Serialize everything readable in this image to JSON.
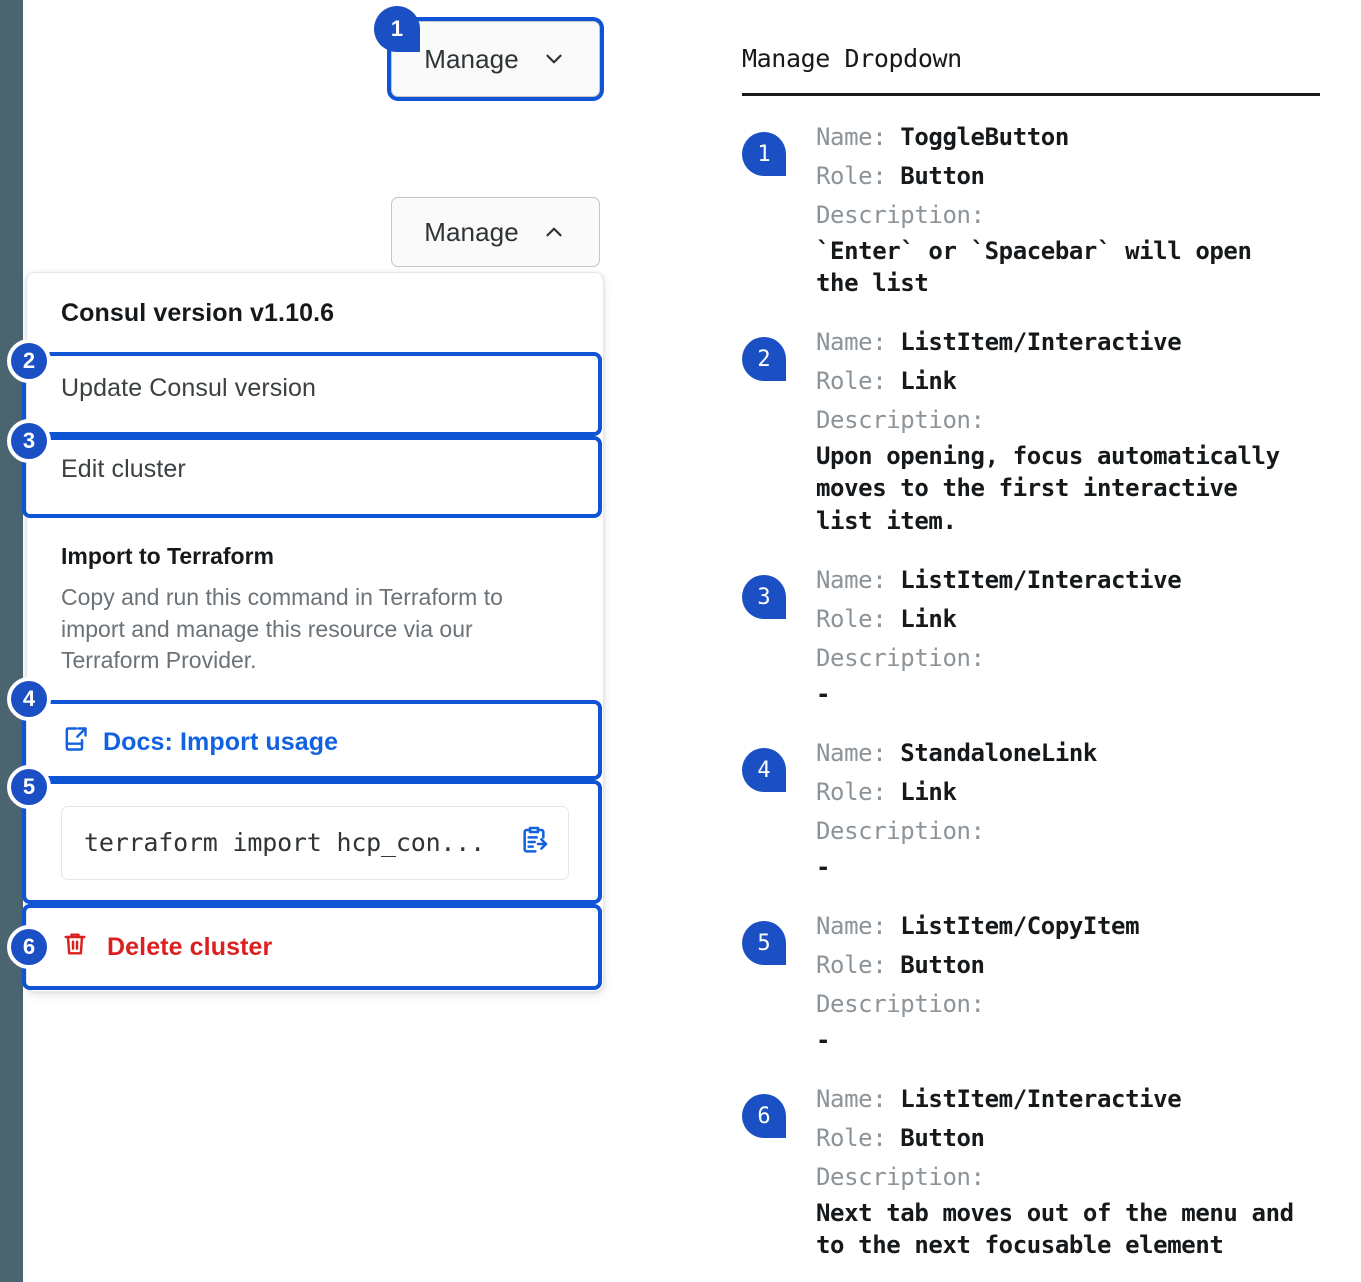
{
  "rail": {
    "color": "#4b6570"
  },
  "accent": {
    "blue": "#1054d6",
    "marker_blue": "#1b4fc4",
    "link_blue": "#1161e0",
    "danger_red": "#dc2020"
  },
  "left": {
    "toggle_button_focused": {
      "label": "Manage",
      "chevron": "chevron-down-icon"
    },
    "toggle_button_open": {
      "label": "Manage",
      "chevron": "chevron-up-icon"
    },
    "dropdown": {
      "version_header": "Consul version v1.10.6",
      "items": [
        {
          "label": "Update Consul version"
        },
        {
          "label": "Edit cluster"
        }
      ],
      "terraform_section": {
        "title": "Import to Terraform",
        "body": "Copy and run this command in Terraform to import and manage this resource via our Terraform Provider.",
        "docs_link": "Docs: Import usage",
        "docs_icon": "external-link-docs-icon",
        "command": "terraform import hcp_con...",
        "copy_icon": "clipboard-copy-icon"
      },
      "delete": {
        "label": "Delete cluster",
        "icon": "trash-icon"
      }
    },
    "markers": [
      "1",
      "2",
      "3",
      "4",
      "5",
      "6"
    ]
  },
  "right": {
    "title": "Manage Dropdown",
    "labels": {
      "name": "Name:",
      "role": "Role:",
      "description": "Description:"
    },
    "entries": [
      {
        "num": "1",
        "name": "ToggleButton",
        "role": "Button",
        "description": "`Enter` or `Spacebar` will open\nthe list"
      },
      {
        "num": "2",
        "name": "ListItem/Interactive",
        "role": "Link",
        "description": "Upon opening, focus automatically\nmoves to the first interactive\nlist item."
      },
      {
        "num": "3",
        "name": "ListItem/Interactive",
        "role": "Link",
        "description": "-"
      },
      {
        "num": "4",
        "name": "StandaloneLink",
        "role": "Link",
        "description": "-"
      },
      {
        "num": "5",
        "name": "ListItem/CopyItem",
        "role": "Button",
        "description": "-"
      },
      {
        "num": "6",
        "name": "ListItem/Interactive",
        "role": "Button",
        "description": "Next tab moves out of the menu and\nto the next focusable element"
      }
    ]
  }
}
